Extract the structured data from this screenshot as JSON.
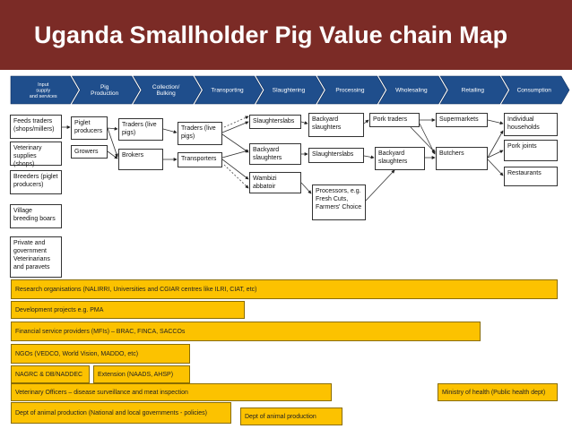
{
  "title": "Uganda Smallholder Pig Value chain Map",
  "stages": [
    "Input supply and services",
    "Pig Production",
    "Collection/ Bulking",
    "Transporting",
    "Slaughtering",
    "Processing",
    "Wholesaling",
    "Retailing",
    "Consumption"
  ],
  "inputs": [
    "Feeds traders (shops/millers)",
    "Veterinary supplies (shops)",
    "Breeders (piglet producers)",
    "Village breeding boars",
    "Private and government Veterinarians and paravets"
  ],
  "production": [
    "Piglet producers",
    "Growers"
  ],
  "bulking": [
    "Traders (live pigs)",
    "Brokers"
  ],
  "transport": [
    "Traders (live pigs)",
    "Transporters"
  ],
  "slaughter": [
    "Slaughterslabs",
    "Backyard slaughters",
    "Wambizi abbatoir"
  ],
  "processing": [
    "Backyard slaughters",
    "Slaughterslabs",
    "Processors, e.g. Fresh Cuts, Farmers' Choice"
  ],
  "wholesale": [
    "Pork traders",
    "Backyard slaughters"
  ],
  "retail": [
    "Supermarkets",
    "Butchers"
  ],
  "consumption": [
    "Individual households",
    "Pork joints",
    "Restaurants"
  ],
  "support": {
    "research": "Research organisations (NALIRRI, Universities and CGIAR centres like ILRI, CIAT, etc)",
    "development": "Development projects e.g. PMA",
    "financial": "Financial service providers (MFIs) – BRAC, FINCA, SACCOs",
    "ngos": "NGOs (VEDCO, World Vision, MADDO, etc)",
    "nagrc": "NAGRC & DB/NADDEC",
    "extension": "Extension (NAADS, AHSP)",
    "vet_officers": "Veterinary Officers – disease surveillance and meat inspection",
    "ministry_health": "Ministry of health (Public health dept)",
    "dept_production_national": "Dept of animal production (National and local governments - policies)",
    "dept_production": "Dept of animal production"
  },
  "colors": {
    "title_bg": "#7b2b26",
    "stage_fill": "#1f4e8c",
    "bar_fill": "#fcc200"
  }
}
